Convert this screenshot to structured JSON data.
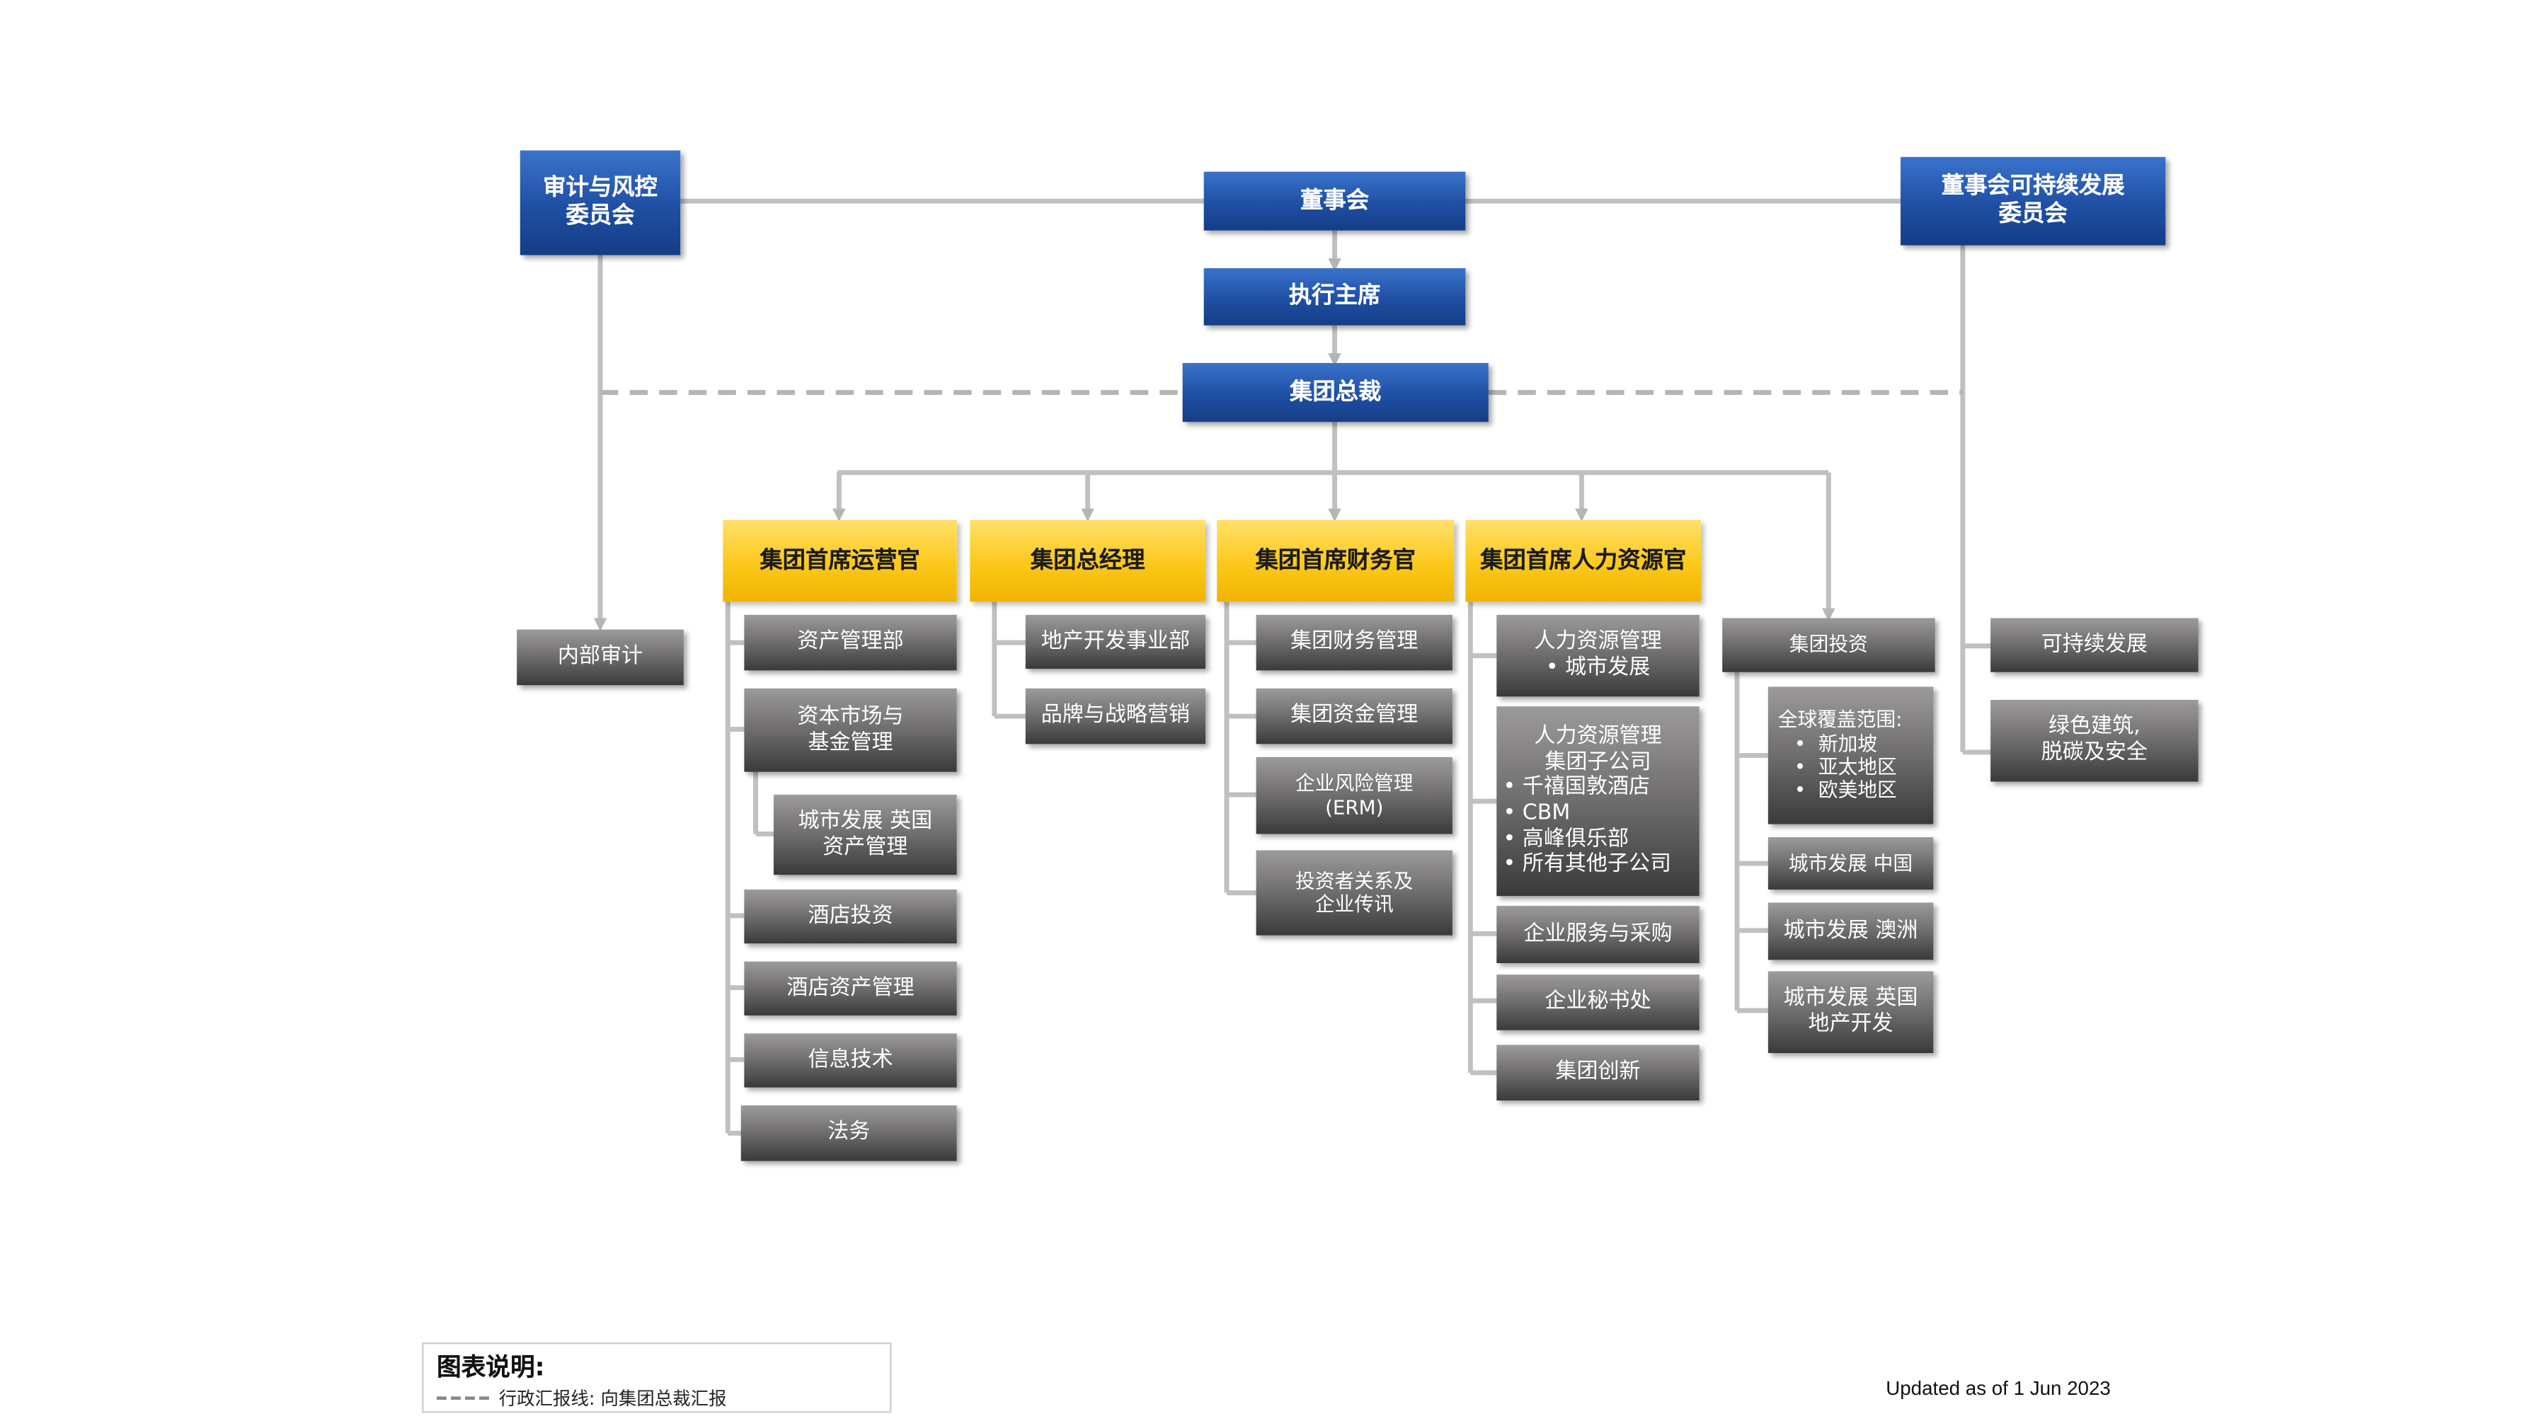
{
  "colors": {
    "top": "#1f4fa3",
    "exec": "#fbc81a",
    "unit": "#6e6c6d",
    "connector": "#c0c0c0"
  },
  "top": {
    "audit_committee": [
      "审计与风控",
      "委员会"
    ],
    "board": "董事会",
    "sustainability_committee": [
      "董事会可持续发展",
      "委员会"
    ],
    "executive_chairman": "执行主席",
    "group_ceo": "集团总裁"
  },
  "executives": {
    "coo": "集团首席运营官",
    "gm": "集团总经理",
    "cfo": "集团首席财务官",
    "cho": "集团首席人力资源官"
  },
  "internal_audit": "内部审计",
  "coo_units": {
    "asset_mgmt": "资产管理部",
    "capital_markets": [
      "资本市场与",
      "基金管理"
    ],
    "cdl_uk_am": [
      "城市发展 英国",
      "资产管理"
    ],
    "hotel_investment": "酒店投资",
    "hotel_am": "酒店资产管理",
    "it": "信息技术",
    "legal": "法务"
  },
  "gm_units": {
    "property_dev": "地产开发事业部",
    "brand_marketing": "品牌与战略营销"
  },
  "cfo_units": {
    "finance_mgmt": "集团财务管理",
    "treasury": "集团资金管理",
    "erm": [
      "企业风险管理",
      "(ERM)"
    ],
    "ir": [
      "投资者关系及",
      "企业传讯"
    ]
  },
  "cho_units": {
    "hr_cdl": {
      "title": "人力资源管理",
      "bullets": [
        "• 城市发展"
      ]
    },
    "hr_subs": {
      "title": [
        "人力资源管理",
        "集团子公司"
      ],
      "bullets": [
        "• 千禧国敦酒店",
        "• CBM",
        "• 高峰俱乐部",
        "• 所有其他子公司"
      ]
    },
    "corp_services": "企业服务与采购",
    "company_secretary": "企业秘书处",
    "innovation": "集团创新"
  },
  "investment": {
    "group_investment": "集团投资",
    "global": {
      "title": "全球覆盖范围:",
      "bullets": [
        "新加坡",
        "亚太地区",
        "欧美地区"
      ]
    },
    "cdl_china": "城市发展 中国",
    "cdl_australia": "城市发展 澳洲",
    "cdl_uk_pd": [
      "城市发展 英国",
      "地产开发"
    ]
  },
  "sustainability_units": {
    "sustainability": "可持续发展",
    "green_building": [
      "绿色建筑,",
      "脱碳及安全"
    ]
  },
  "legend": {
    "title": "图表说明:",
    "dashed_text": "行政汇报线:  向集团总裁汇报"
  },
  "updated": "Updated as of 1 Jun 2023"
}
